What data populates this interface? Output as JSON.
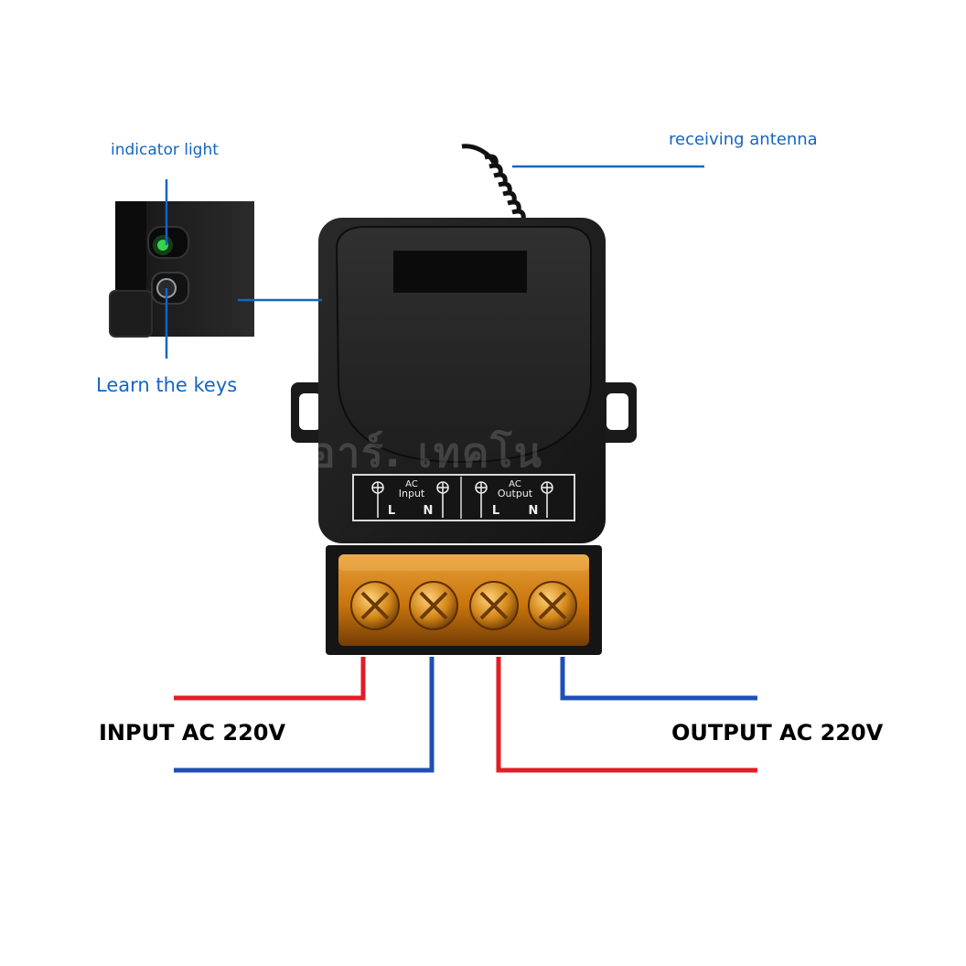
{
  "labels": {
    "indicator_light": "indicator light",
    "receiving_antenna": "receiving antenna",
    "learn_keys": "Learn the keys",
    "input": "INPUT AC 220V",
    "output": "OUTPUT AC 220V"
  },
  "terminal_panel": {
    "input_label": "AC Input",
    "output_label": "AC Output",
    "pins": [
      "L",
      "N",
      "L",
      "N"
    ]
  },
  "watermark": "อาร์. เทคโน",
  "colors": {
    "callout": "#1565c0",
    "live_wire": "#e01e26",
    "neutral_wire": "#1e4fb4",
    "housing": "#1c1c1c",
    "terminal_cover": "#e08a12"
  },
  "icons": [
    "antenna-coil-icon",
    "ground-symbol-icon",
    "screw-terminal-icon",
    "indicator-led-icon",
    "learn-button-icon"
  ]
}
